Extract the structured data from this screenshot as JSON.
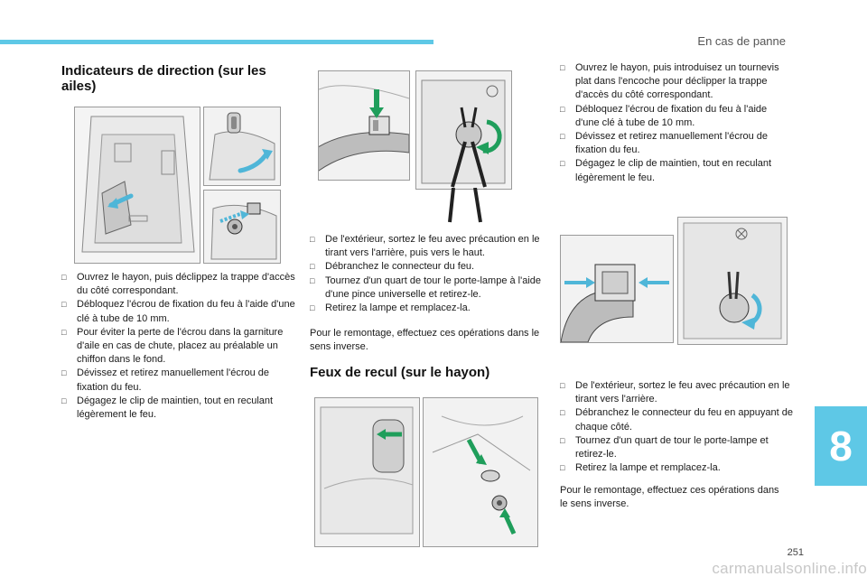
{
  "header": {
    "section_title": "En cas de panne"
  },
  "chapter_tab": "8",
  "page_number": "251",
  "watermark": "carmanualsonline.info",
  "accent_color": "#5ec8e6",
  "wing": {
    "title": "Indicateurs de direction (sur les ailes)",
    "steps": [
      "Ouvrez le hayon, puis déclippez la trappe d'accès du côté correspondant.",
      "Débloquez l'écrou de fixation du feu à l'aide d'une clé à tube de 10 mm.",
      "Pour éviter la perte de l'écrou dans la garniture d'aile en cas de chute, placez au préalable un chiffon dans le fond.",
      "Dévissez et retirez manuellement l'écrou de fixation du feu.",
      "Dégagez le clip de maintien, tout en reculant légèrement le feu."
    ]
  },
  "middle": {
    "steps": [
      "De l'extérieur, sortez le feu avec précaution en le tirant vers l'arrière, puis vers le haut.",
      "Débranchez le connecteur du feu.",
      "Tournez d'un quart de tour le porte-lampe à l'aide d'une pince universelle et retirez-le.",
      "Retirez la lampe et remplacez-la."
    ],
    "note": "Pour le remontage, effectuez ces opérations dans le sens inverse."
  },
  "reversing": {
    "title": "Feux de recul (sur le hayon)"
  },
  "right": {
    "steps_top": [
      "Ouvrez le hayon, puis introduisez un tournevis plat dans l'encoche pour déclipper la trappe d'accès du côté correspondant.",
      "Débloquez l'écrou de fixation du feu à l'aide d'une clé à tube de 10 mm.",
      "Dévissez et retirez manuellement l'écrou de fixation du feu.",
      "Dégagez le clip de maintien, tout en reculant légèrement le feu."
    ],
    "steps_bottom": [
      "De l'extérieur, sortez le feu avec précaution en le tirant vers l'arrière.",
      "Débranchez le connecteur du feu en appuyant de chaque côté.",
      "Tournez d'un quart de tour le porte-lampe et retirez-le.",
      "Retirez la lampe et remplacez-la."
    ],
    "note": "Pour le remontage, effectuez ces opérations dans le sens inverse."
  }
}
